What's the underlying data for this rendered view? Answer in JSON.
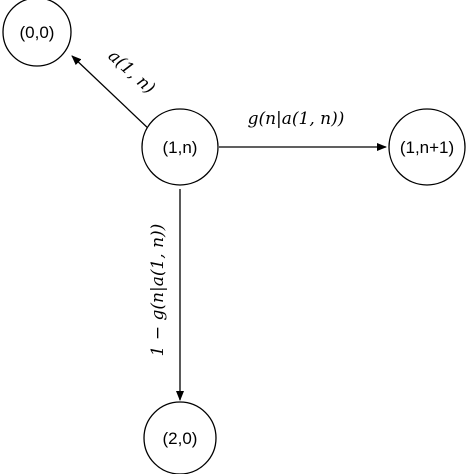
{
  "nodes": {
    "n00": "(0,0)",
    "n1n": "(1,n)",
    "n1n1": "(1,n+1)",
    "n20": "(2,0)"
  },
  "edges": {
    "to_00": "a(1, n)",
    "to_1n1": "g(n|a(1, n))",
    "to_20": "1 − g(n|a(1, n))"
  },
  "colors": {
    "stroke": "#000000",
    "fill": "#ffffff"
  }
}
